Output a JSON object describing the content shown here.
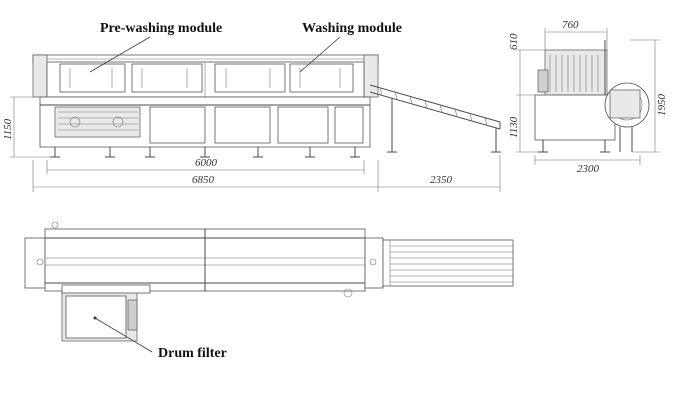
{
  "labels": {
    "pre_washing": "Pre-washing module",
    "washing": "Washing module",
    "drum_filter": "Drum filter"
  },
  "dimensions": {
    "front_height": "1150",
    "module_length": "6000",
    "total_length": "6850",
    "conveyor_length": "2350",
    "side_top_width": "760",
    "side_top_height": "610",
    "side_body_height": "1130",
    "side_total_height": "1950",
    "side_width": "2300"
  },
  "colors": {
    "line": "#4a4a4a",
    "text": "#111111"
  }
}
